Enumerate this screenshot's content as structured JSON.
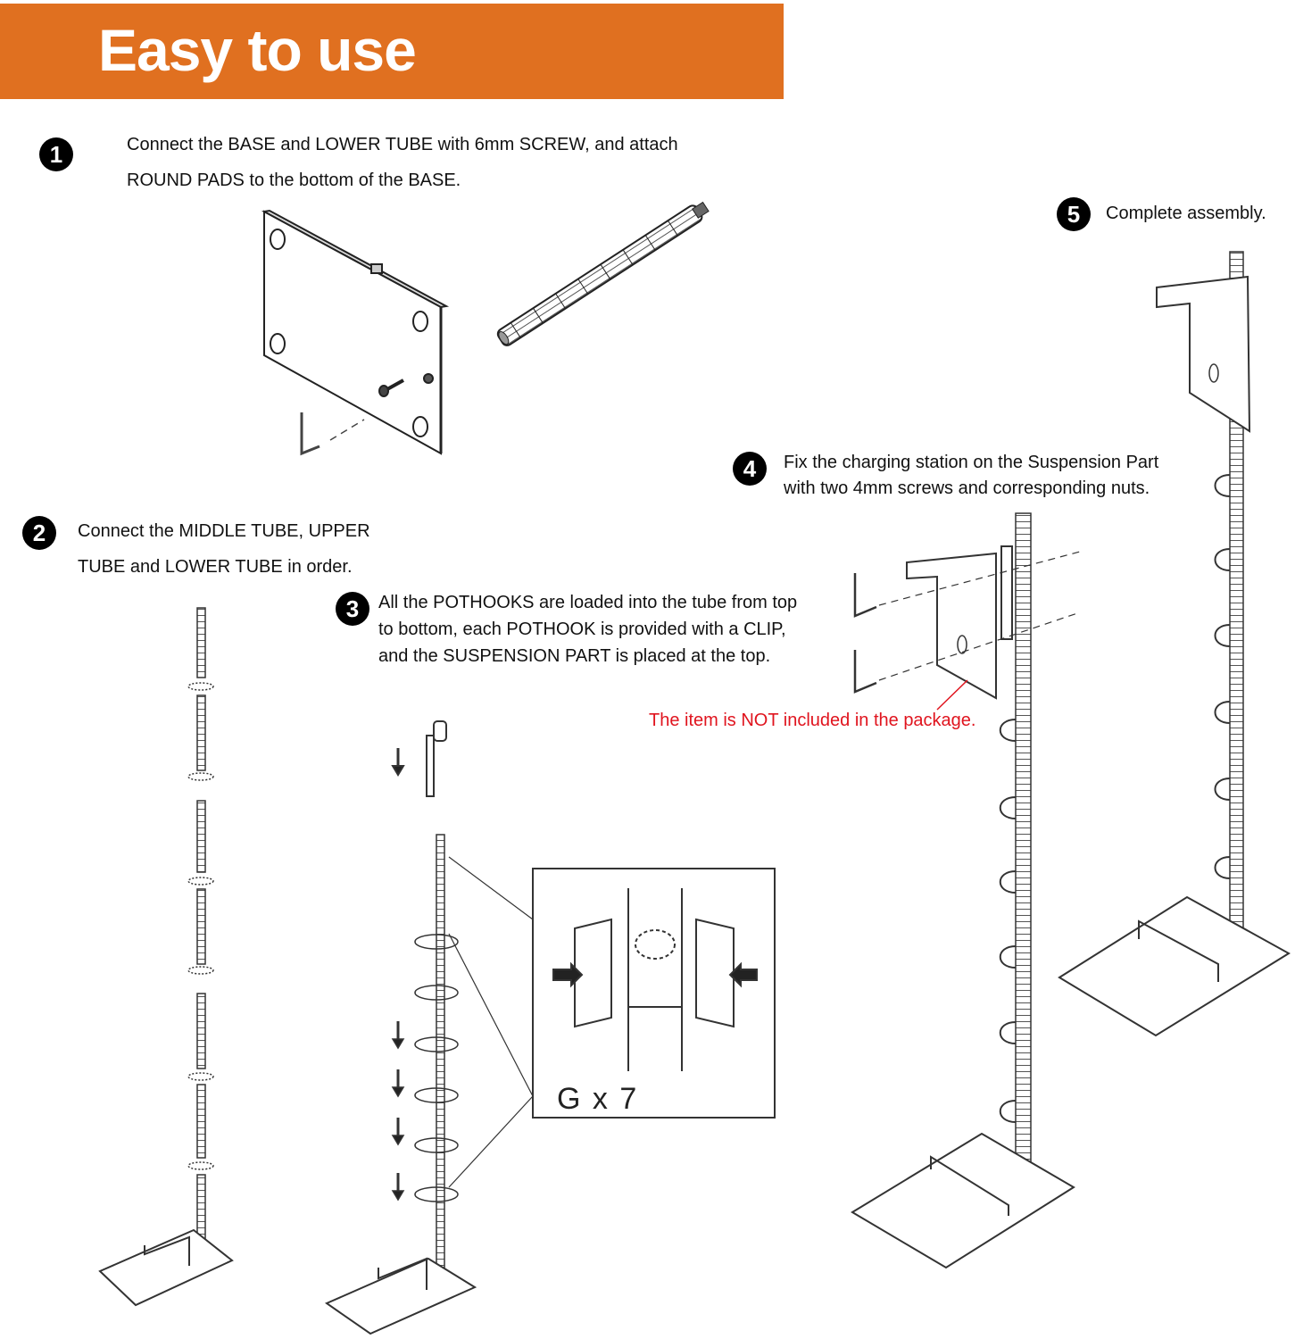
{
  "banner": {
    "title": "Easy to use",
    "color": "#e07020"
  },
  "steps": [
    {
      "number": "1",
      "text": "Connect the BASE and LOWER TUBE with 6mm SCREW, and attach ROUND PADS to the bottom of the BASE."
    },
    {
      "number": "2",
      "text": "Connect the MIDDLE TUBE, UPPER TUBE and LOWER TUBE in order."
    },
    {
      "number": "3",
      "text": "All the POTHOOKS are loaded into the tube from top to bottom, each POTHOOK is provided with a CLIP, and the SUSPENSION PART is placed at the top."
    },
    {
      "number": "4",
      "text": "Fix the charging station on the Suspension Part with two 4mm screws and corresponding nuts."
    },
    {
      "number": "5",
      "text": "Complete assembly."
    }
  ],
  "note": {
    "text": "The item is NOT included in the package.",
    "color": "#e0141e"
  },
  "clip_detail": {
    "label": "G x 7"
  }
}
